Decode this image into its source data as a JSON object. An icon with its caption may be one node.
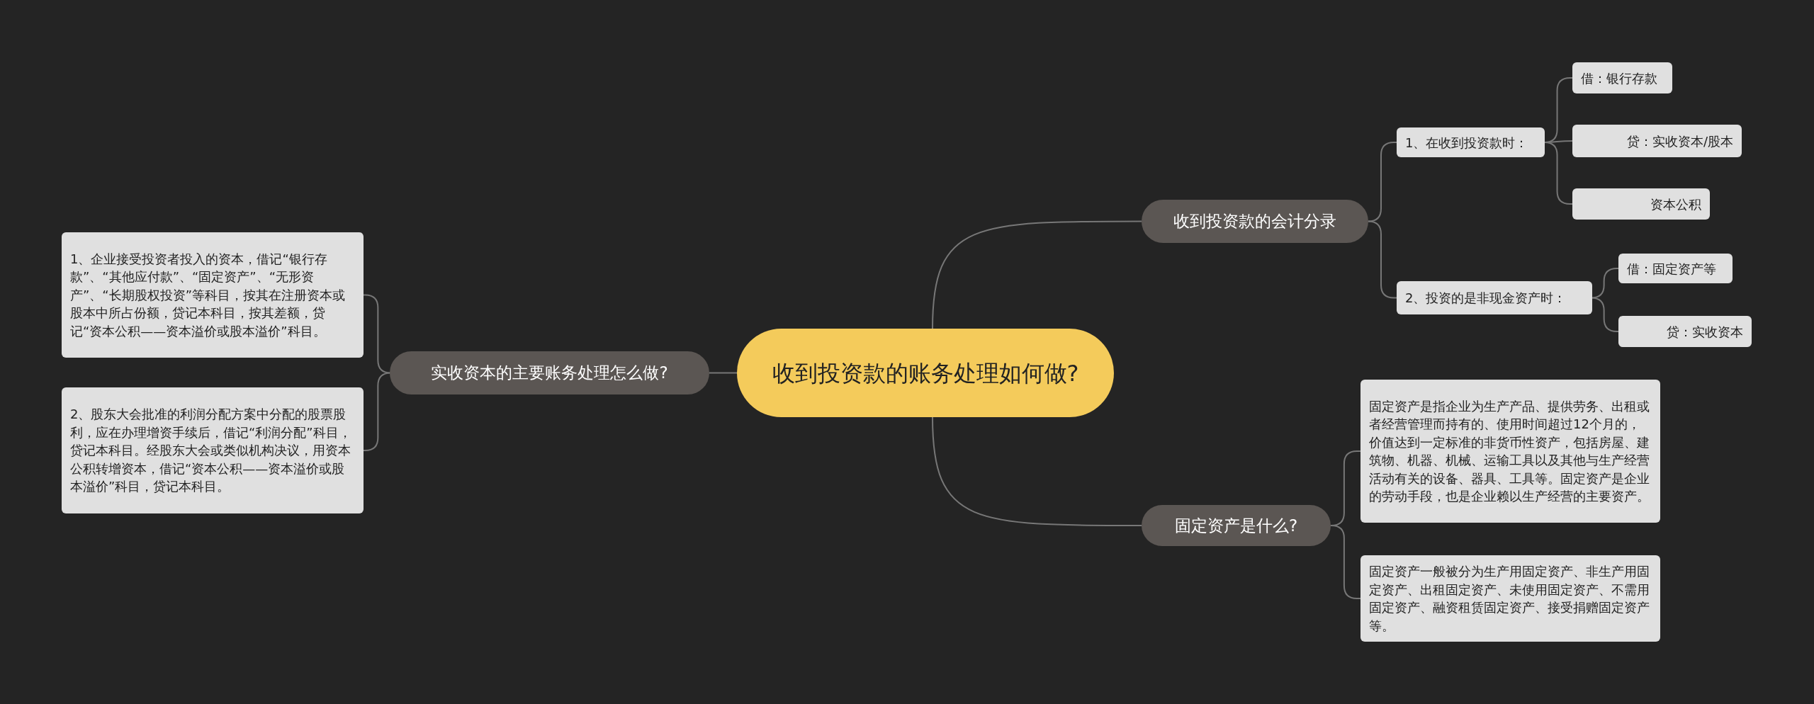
{
  "diagram": {
    "nodes": [
      {
        "text": [
          "收到投资款的账务处理如何做?"
        ]
      },
      {
        "text": [
          "收到投资款的会计分录"
        ]
      },
      {
        "text": [
          "1、在收到投资款时："
        ]
      },
      {
        "text": [
          "借：银行存款"
        ]
      },
      {
        "text": [
          "贷：实收资本/股本"
        ]
      },
      {
        "text": [
          "资本公积"
        ]
      },
      {
        "text": [
          "2、投资的是非现金资产时："
        ]
      },
      {
        "text": [
          "借：固定资产等"
        ]
      },
      {
        "text": [
          "贷：实收资本"
        ]
      },
      {
        "text": [
          "固定资产是什么?"
        ]
      },
      {
        "text": [
          "固定资产是指企业为生产产品、提供劳务、出租或者经营管理而持有的、使用时间超过12个月的，价值达到一定标准的非货币性资产，包括房屋、建筑物、机器、机械、运输工具以及其他与生产经营活动有关的设备、器具、工具等。固定资产是企业的劳动手段，也是企业赖以生产经营的主要资产。"
        ]
      },
      {
        "text": [
          "固定资产一般被分为生产用固定资产、非生产用固定资产、出租固定资产、未使用固定资产、不需用固定资产、融资租赁固定资产、接受捐赠固定资产等。"
        ]
      },
      {
        "text": [
          "实收资本的主要账务处理怎么做?"
        ]
      },
      {
        "text": [
          "1、企业接受投资者投入的资本，借记“银行存款”、“其他应付款”、“固定资产”、“无形资产”、“长期股权投资”等科目，按其在注册资本或股本中所占份额，贷记本科目，按其差额，贷记“资本公积——资本溢价或股本溢价”科目。"
        ]
      },
      {
        "text": [
          "2、股东大会批准的利润分配方案中分配的股票股利，应在办理增资手续后，借记“利润分配”科目，贷记本科目。经股东大会或类似机构决议，用资本公积转增资本，借记“资本公积——资本溢价或股本溢价”科目，贷记本科目。"
        ]
      }
    ],
    "edges": [
      {
        "from": 0,
        "to": 1,
        "arrow": "none"
      },
      {
        "from": 1,
        "to": 2,
        "arrow": "none"
      },
      {
        "from": 2,
        "to": 3,
        "arrow": "none"
      },
      {
        "from": 2,
        "to": 4,
        "arrow": "none"
      },
      {
        "from": 2,
        "to": 5,
        "arrow": "none"
      },
      {
        "from": 1,
        "to": 6,
        "arrow": "none"
      },
      {
        "from": 6,
        "to": 7,
        "arrow": "none"
      },
      {
        "from": 6,
        "to": 8,
        "arrow": "none"
      },
      {
        "from": 0,
        "to": 9,
        "arrow": "none"
      },
      {
        "from": 9,
        "to": 10,
        "arrow": "none"
      },
      {
        "from": 9,
        "to": 11,
        "arrow": "none"
      },
      {
        "from": 0,
        "to": 12,
        "arrow": "none"
      },
      {
        "from": 12,
        "to": 13,
        "arrow": "none"
      },
      {
        "from": 12,
        "to": 14,
        "arrow": "none"
      }
    ]
  }
}
